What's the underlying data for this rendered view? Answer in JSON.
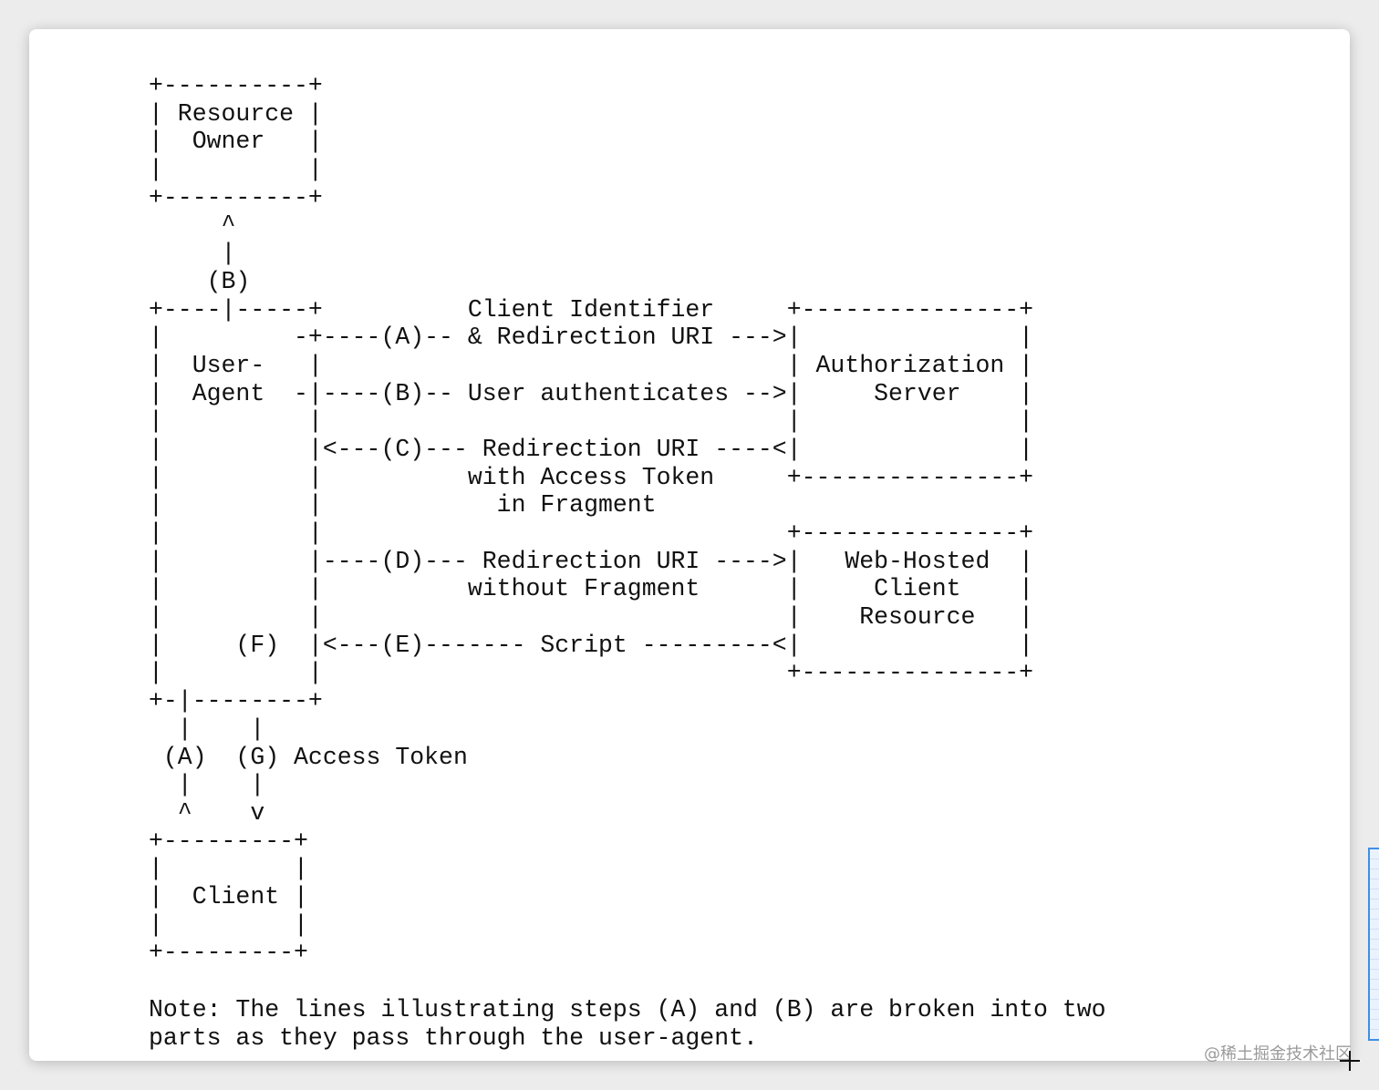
{
  "diagram": {
    "lines": [
      "+----------+",
      "| Resource |",
      "|  Owner   |",
      "|          |",
      "+----------+",
      "     ^",
      "     |",
      "    (B)",
      "+----|-----+          Client Identifier     +---------------+",
      "|         -+----(A)-- & Redirection URI --->|               |",
      "|  User-   |                                | Authorization |",
      "|  Agent  -|----(B)-- User authenticates -->|     Server    |",
      "|          |                                |               |",
      "|          |<---(C)--- Redirection URI ----<|               |",
      "|          |          with Access Token     +---------------+",
      "|          |            in Fragment",
      "|          |                                +---------------+",
      "|          |----(D)--- Redirection URI ---->|   Web-Hosted  |",
      "|          |          without Fragment      |     Client    |",
      "|          |                                |    Resource   |",
      "|     (F)  |<---(E)------- Script ---------<|               |",
      "|          |                                +---------------+",
      "+-|--------+",
      "  |    |",
      " (A)  (G) Access Token",
      "  |    |",
      "  ^    v",
      "+---------+",
      "|         |",
      "|  Client |",
      "|         |",
      "+---------+"
    ]
  },
  "note": {
    "line1": "Note: The lines illustrating steps (A) and (B) are broken into two",
    "line2": "parts as they pass through the user-agent."
  },
  "watermark": "@稀土掘金技术社区"
}
